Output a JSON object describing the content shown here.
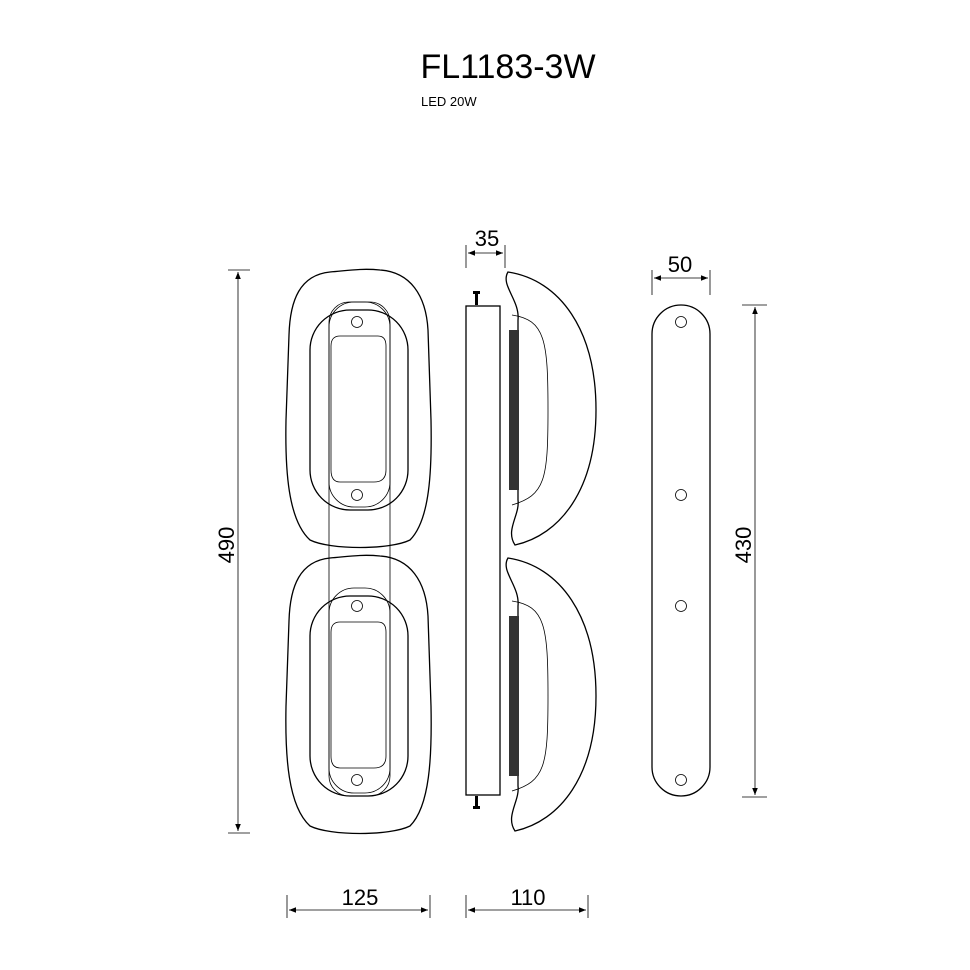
{
  "title": "FL1183-3W",
  "subtitle": "LED 20W",
  "dimensions": {
    "overall_height": "490",
    "mount_plate_height": "430",
    "shade_width": "125",
    "plate_depth": "35",
    "total_depth": "110",
    "mount_plate_width": "50"
  }
}
